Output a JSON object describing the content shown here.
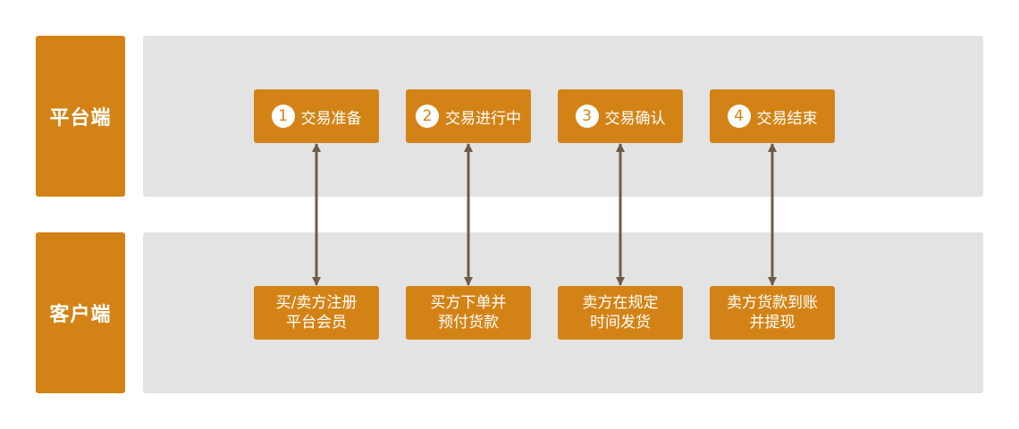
{
  "rows": {
    "platform_label": "平台端",
    "client_label": "客户端"
  },
  "steps": [
    {
      "num": "1",
      "label": "交易准备"
    },
    {
      "num": "2",
      "label": "交易进行中"
    },
    {
      "num": "3",
      "label": "交易确认"
    },
    {
      "num": "4",
      "label": "交易结束"
    }
  ],
  "client_actions": [
    {
      "line1": "买/卖方注册",
      "line2": "平台会员"
    },
    {
      "line1": "买方下单并",
      "line2": "预付货款"
    },
    {
      "line1": "卖方在规定",
      "line2": "时间发货"
    },
    {
      "line1": "卖方货款到账",
      "line2": "并提现"
    }
  ],
  "colors": {
    "accent": "#d38316",
    "band": "#e3e3e3",
    "arrow": "#6e5c48"
  }
}
